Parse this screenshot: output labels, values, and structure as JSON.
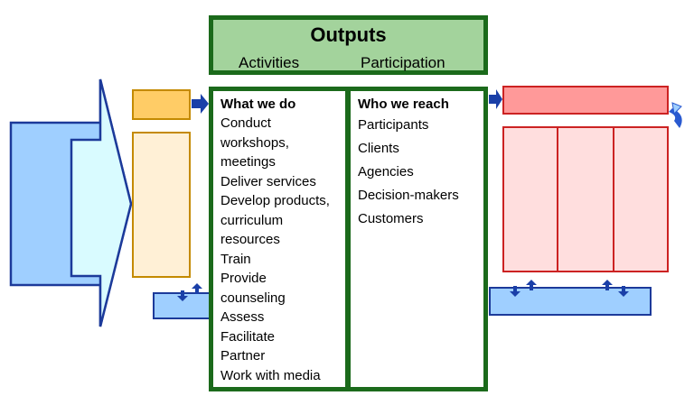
{
  "header": {
    "title": "Outputs",
    "sub_left": "Activities",
    "sub_right": "Participation"
  },
  "activities": {
    "heading": "What we do",
    "items": [
      "Conduct",
      "workshops,",
      "meetings",
      "Deliver services",
      "Develop products,",
      "curriculum",
      "resources",
      "Train",
      "Provide",
      "counseling",
      "Assess",
      "Facilitate",
      "Partner",
      "Work with media"
    ]
  },
  "participation": {
    "heading": "Who we reach",
    "items": [
      "Participants",
      "Clients",
      "Agencies",
      "Decision-makers",
      "Customers"
    ]
  },
  "colors": {
    "outputs_border": "#1b6a1b",
    "outputs_fill": "#a3d39c",
    "input_arrow": "#9fd0ff",
    "orange": "#ffcc66",
    "red": "#ff9999"
  }
}
